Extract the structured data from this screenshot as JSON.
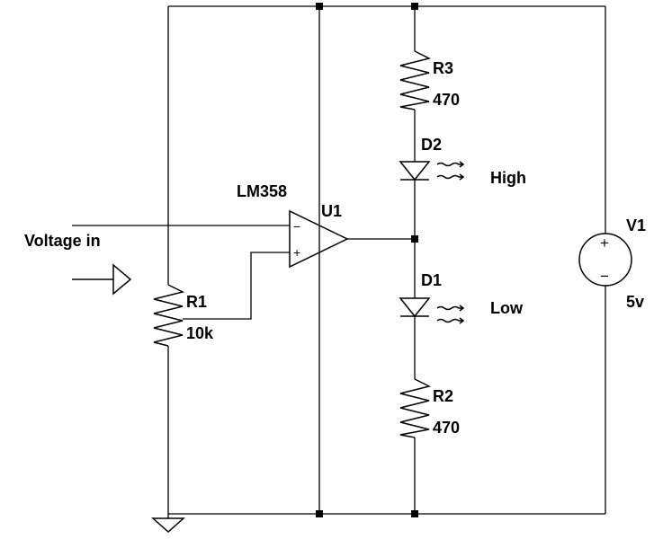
{
  "diagram": {
    "input_label": "Voltage in",
    "opamp": {
      "part": "LM358",
      "ref": "U1",
      "minus": "−",
      "plus": "+"
    },
    "r1": {
      "ref": "R1",
      "value": "10k"
    },
    "r2": {
      "ref": "R2",
      "value": "470"
    },
    "r3": {
      "ref": "R3",
      "value": "470"
    },
    "d1": {
      "ref": "D1",
      "note": "Low"
    },
    "d2": {
      "ref": "D2",
      "note": "High"
    },
    "v1": {
      "ref": "V1",
      "value": "5v",
      "plus": "+",
      "minus": "−"
    }
  }
}
